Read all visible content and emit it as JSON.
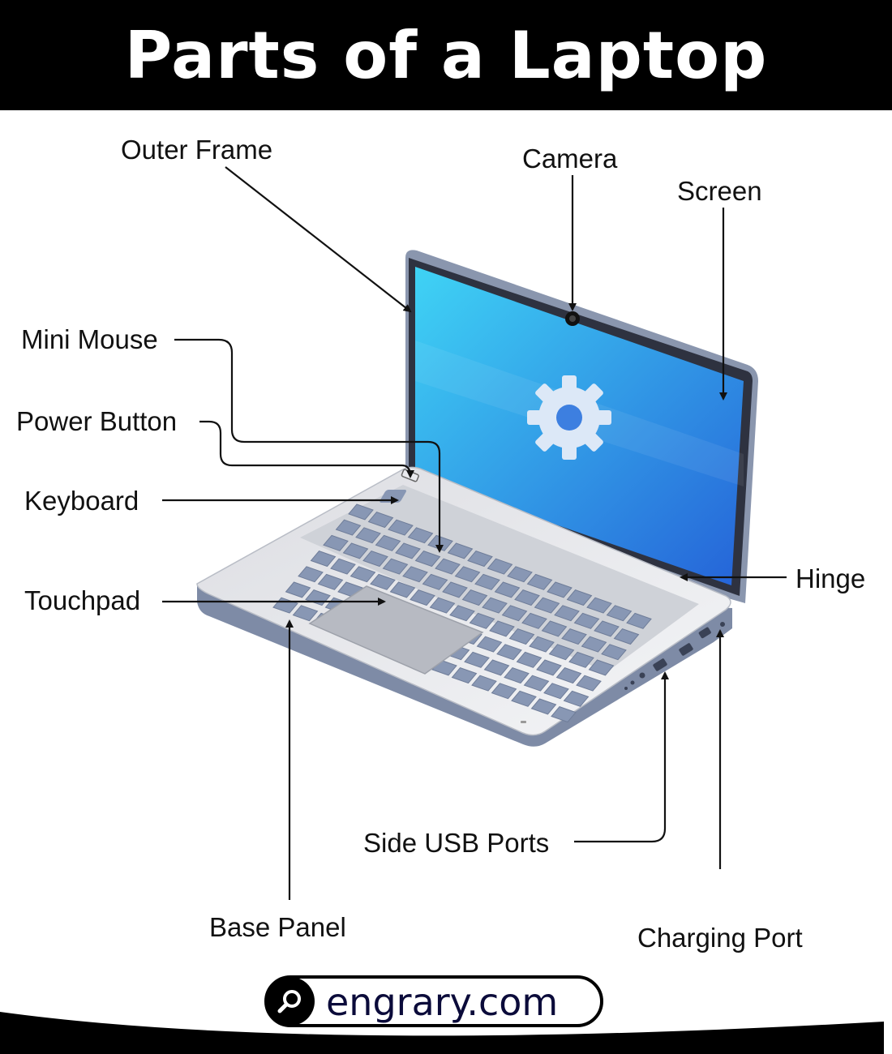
{
  "title": "Parts of a Laptop",
  "labels": {
    "outer_frame": "Outer Frame",
    "camera": "Camera",
    "screen": "Screen",
    "mini_mouse": "Mini Mouse",
    "power_button": "Power Button",
    "keyboard": "Keyboard",
    "hinge": "Hinge",
    "touchpad": "Touchpad",
    "side_usb_ports": "Side USB Ports",
    "base_panel": "Base Panel",
    "charging_port": "Charging Port"
  },
  "footer": {
    "website": "engrary.com",
    "icon": "search-icon"
  },
  "colors": {
    "screen_top": "#35c8f2",
    "screen_bottom": "#2a6fd8",
    "body": "#e4e6ea",
    "frame": "#7e8ba6",
    "keys": "#8897b4"
  }
}
